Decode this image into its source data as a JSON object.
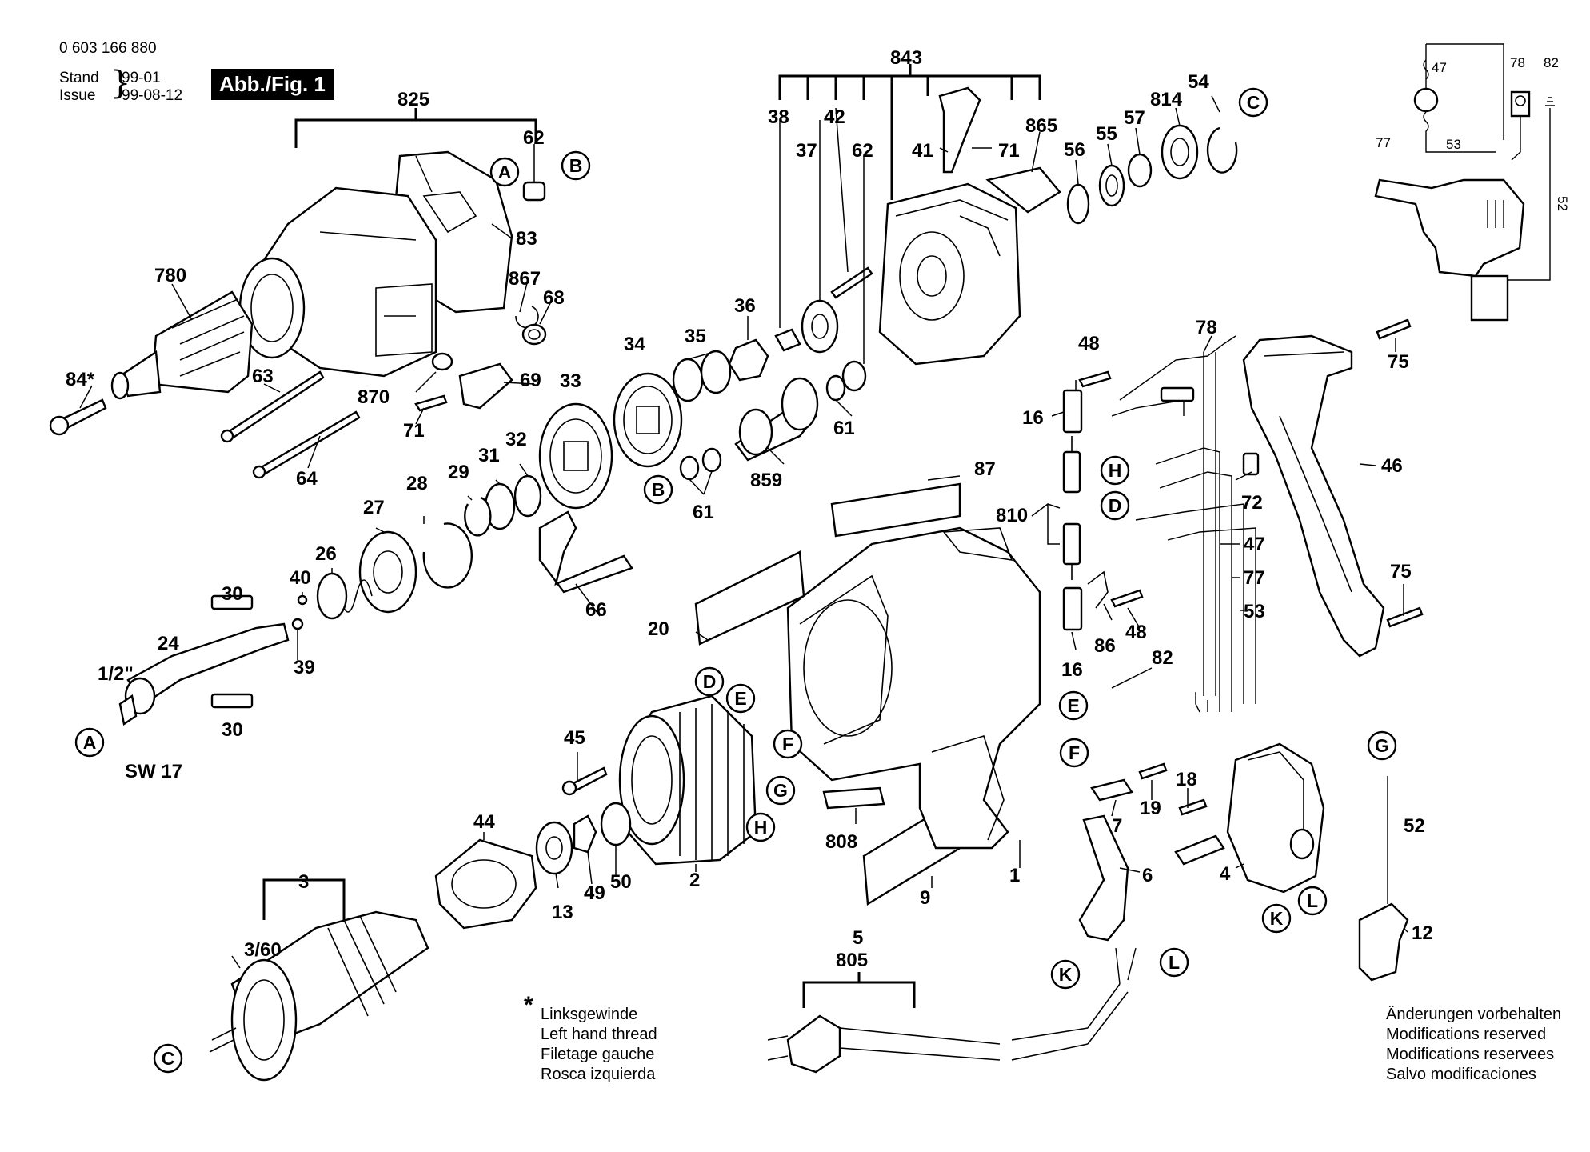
{
  "header": {
    "part_number": "0 603 166 880",
    "stand_label": "Stand",
    "issue_label": "Issue",
    "stand_value": "99-01",
    "issue_value": "99-08-12",
    "figure_tag": "Abb./Fig. 1"
  },
  "labels": {
    "l825": "825",
    "l62a": "62",
    "l83": "83",
    "l867": "867",
    "l68": "68",
    "l780": "780",
    "l84": "84*",
    "l63": "63",
    "l870": "870",
    "l69": "69",
    "l71a": "71",
    "l64": "64",
    "l843": "843",
    "l38": "38",
    "l37": "37",
    "l42": "42",
    "l62b": "62",
    "l41": "41",
    "l71b": "71",
    "l865": "865",
    "l56": "56",
    "l55": "55",
    "l57": "57",
    "l814": "814",
    "l54": "54",
    "l36": "36",
    "l35": "35",
    "l34": "34",
    "l33": "33",
    "l61a": "61",
    "l61b": "61",
    "l859": "859",
    "l32": "32",
    "l31": "31",
    "l29": "29",
    "l28": "28",
    "l27": "27",
    "l26": "26",
    "l40": "40",
    "l39": "39",
    "l30a": "30",
    "l30b": "30",
    "l24": "24",
    "l12in": "1/2\"",
    "lsw17": "SW 17",
    "l66": "66",
    "l87": "87",
    "l20": "20",
    "l808": "808",
    "l9": "9",
    "l1": "1",
    "l45": "45",
    "l2": "2",
    "l50": "50",
    "l49": "49",
    "l13": "13",
    "l44": "44",
    "l3": "3",
    "l360": "3/60",
    "l48a": "48",
    "l16a": "16",
    "l810": "810",
    "l16b": "16",
    "l86": "86",
    "l48b": "48",
    "l78": "78",
    "l72": "72",
    "l47": "47",
    "l77": "77",
    "l53": "53",
    "l46": "46",
    "l75a": "75",
    "l75b": "75",
    "l82": "82",
    "l7": "7",
    "l19": "19",
    "l18": "18",
    "l4": "4",
    "l6": "6",
    "l5": "5",
    "l805": "805",
    "l52": "52",
    "l12": "12",
    "s47": "47",
    "s78": "78",
    "s82": "82",
    "s77": "77",
    "s53": "53",
    "s52": "52"
  },
  "circles": {
    "cA1": "A",
    "cB1": "B",
    "cC1": "C",
    "cB2": "B",
    "cA2": "A",
    "cD1": "D",
    "cE1": "E",
    "cF1": "F",
    "cG1": "G",
    "cH1": "H",
    "cH2": "H",
    "cD2": "D",
    "cE2": "E",
    "cF2": "F",
    "cG2": "G",
    "cK1": "K",
    "cL1": "L",
    "cK2": "K",
    "cL2": "L",
    "cC2": "C"
  },
  "footnote": {
    "star": "*",
    "line1": "Linksgewinde",
    "line2": "Left hand thread",
    "line3": "Filetage gauche",
    "line4": "Rosca izquierda"
  },
  "notice": {
    "line1": "Änderungen vorbehalten",
    "line2": "Modifications reserved",
    "line3": "Modifications reservees",
    "line4": "Salvo modificaciones"
  }
}
